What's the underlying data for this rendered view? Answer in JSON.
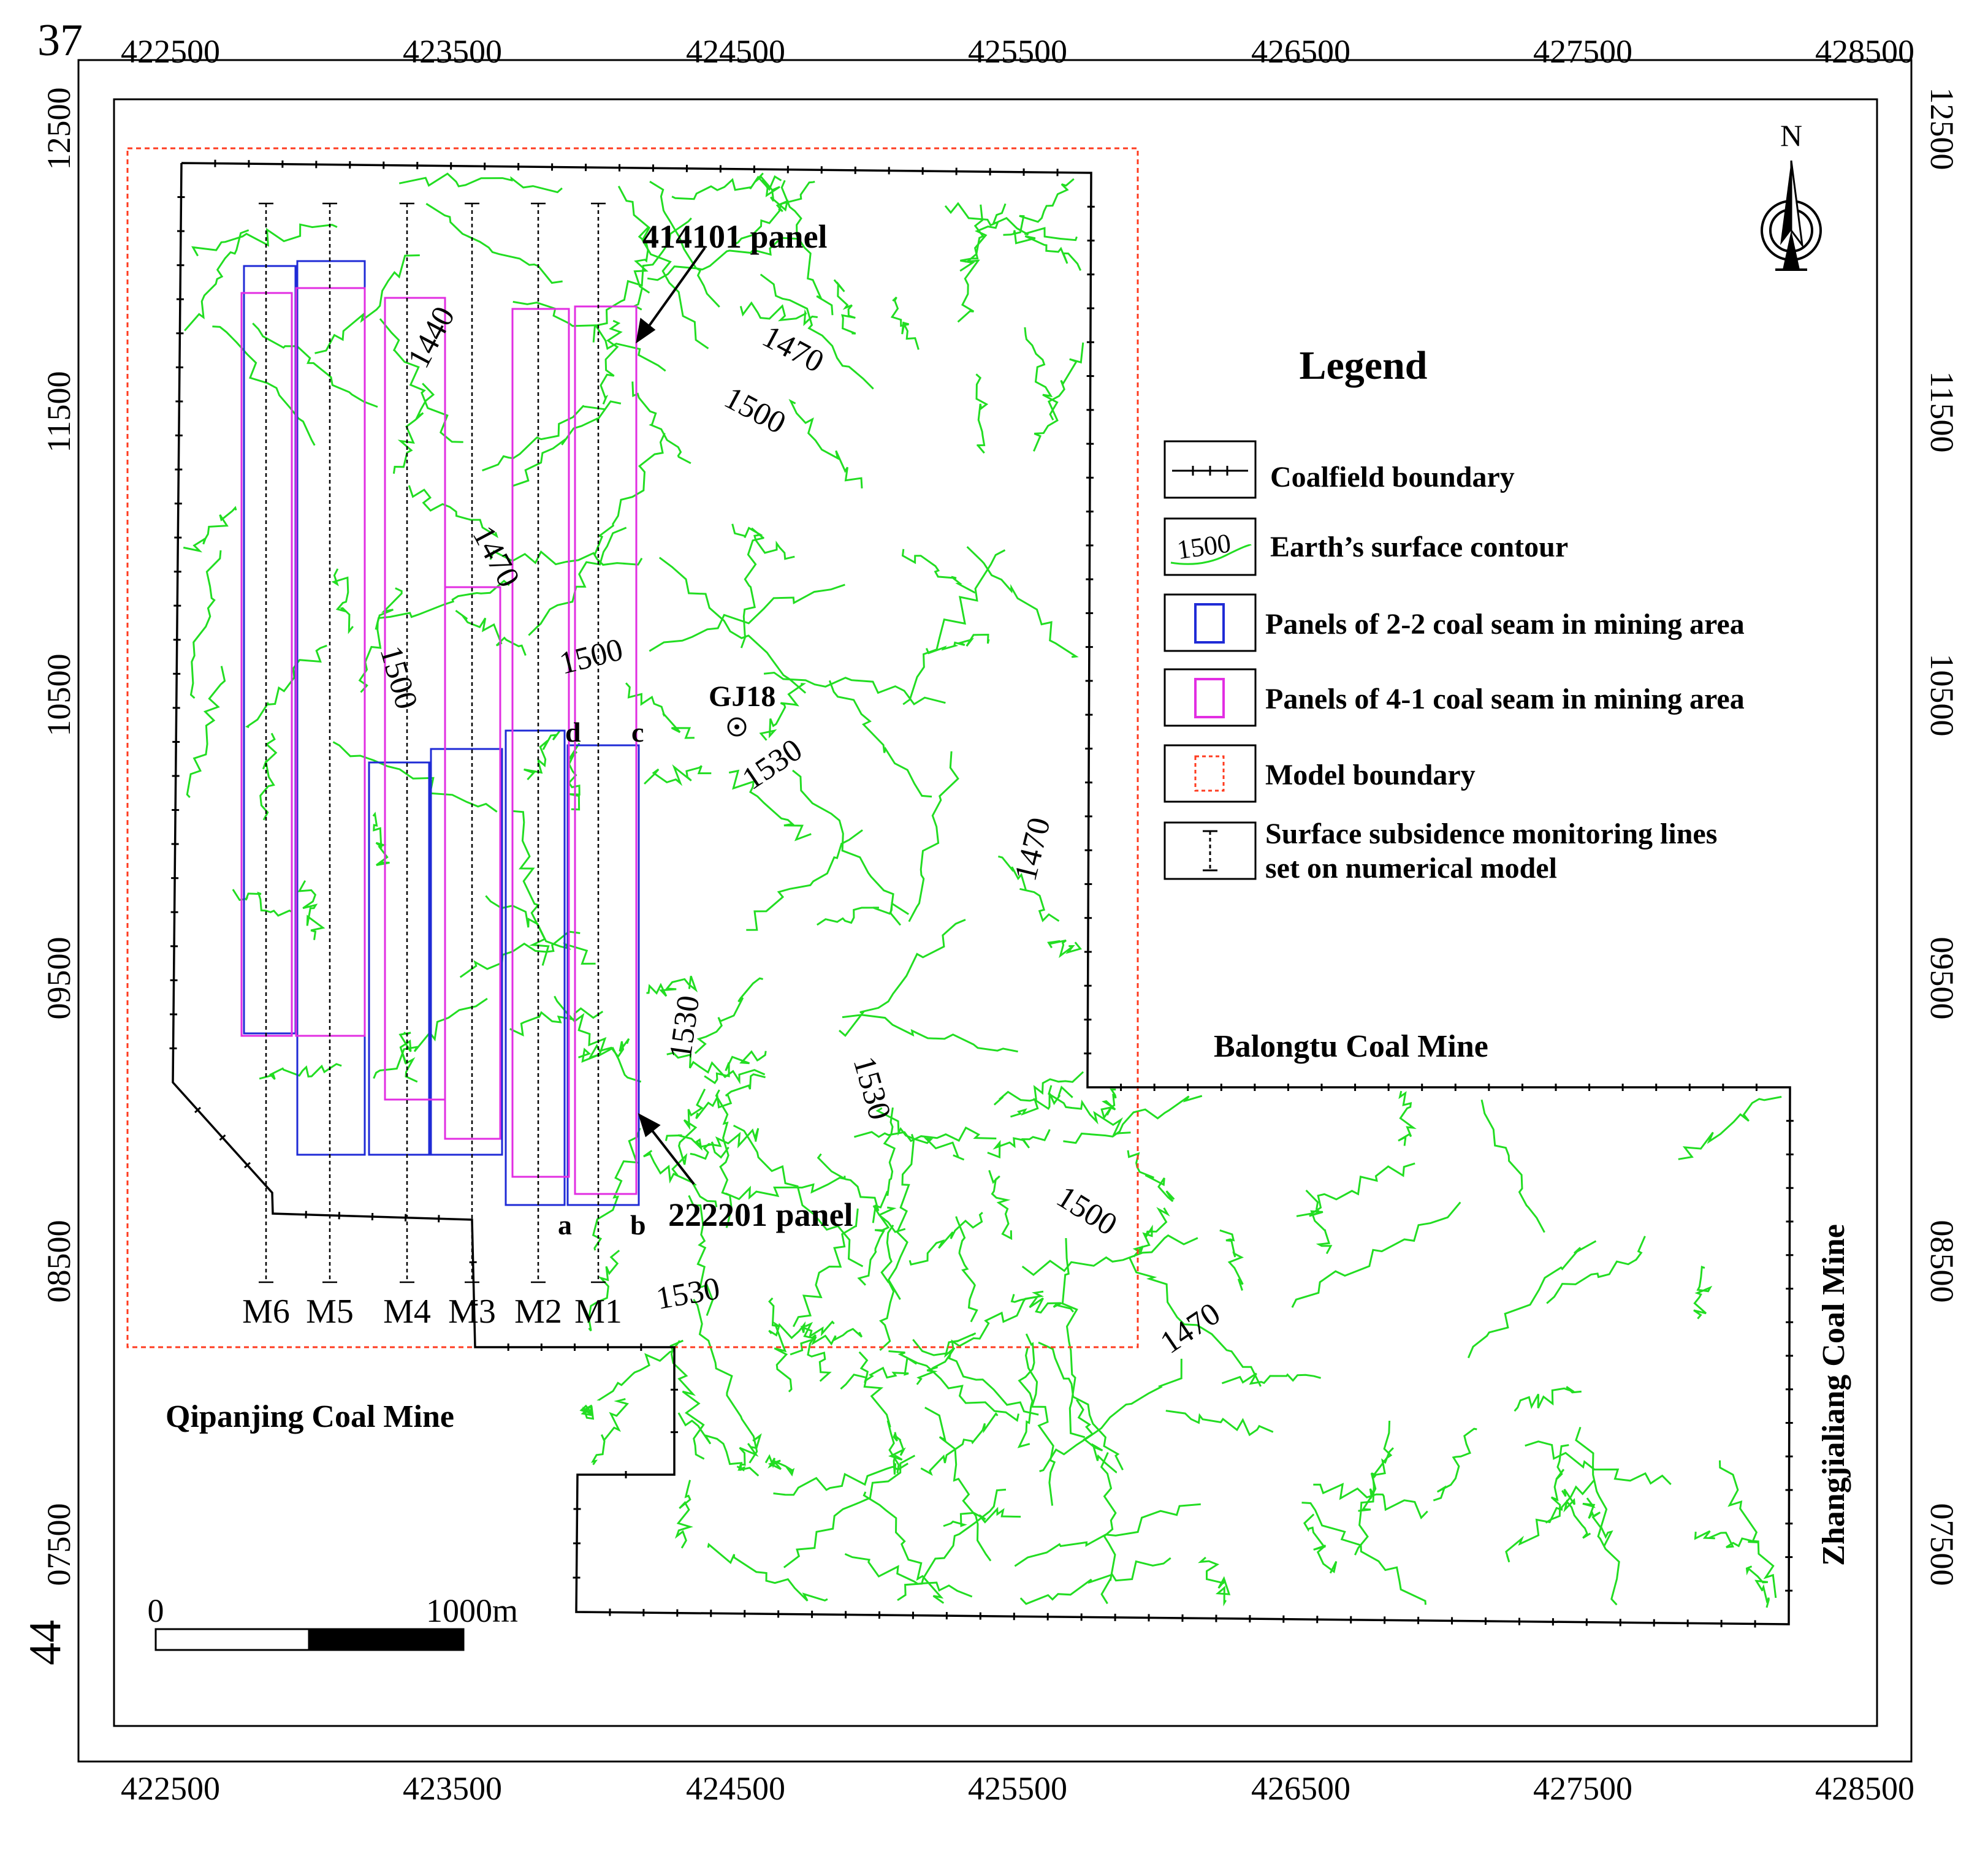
{
  "map": {
    "corner_top_label": "37",
    "corner_bottom_label": "44",
    "x_ticks": [
      "422500",
      "423500",
      "424500",
      "425500",
      "426500",
      "427500",
      "428500"
    ],
    "y_ticks": [
      "12500",
      "11500",
      "10500",
      "09500",
      "08500",
      "07500"
    ],
    "north_label": "N",
    "panel_labels": {
      "top": "414101 panel",
      "bottom": "222201 panel"
    },
    "borehole": "GJ18",
    "corner_letters": {
      "a": "a",
      "b": "b",
      "c": "c",
      "d": "d"
    },
    "monitoring_lines": [
      "M6",
      "M5",
      "M4",
      "M3",
      "M2",
      "M1"
    ],
    "contour_labels": [
      "1470",
      "1500",
      "1440",
      "1470",
      "1500",
      "1500",
      "1530",
      "1470",
      "1530",
      "1530",
      "1500",
      "1530",
      "1470"
    ],
    "neighbors": {
      "balongtu": "Balongtu Coal Mine",
      "qipanjing": "Qipanjing Coal Mine",
      "zhangjialiang": "Zhangjialiang Coal Mine"
    },
    "scale": {
      "start": "0",
      "end": "1000m"
    },
    "colors": {
      "contour": "#22dd22",
      "panel_22": "#1f2bd6",
      "panel_41": "#e22ee2",
      "model_boundary": "#ff3b1f",
      "boundary": "#000000"
    }
  },
  "legend": {
    "title": "Legend",
    "items": [
      {
        "symbol": "coalfield-boundary",
        "label": "Coalfield boundary"
      },
      {
        "symbol": "contour",
        "symbol_text": "1500",
        "label": "Earth’s surface contour"
      },
      {
        "symbol": "panel-22",
        "label": "Panels of 2-2 coal seam in mining area"
      },
      {
        "symbol": "panel-41",
        "label": "Panels of 4-1 coal seam in mining area"
      },
      {
        "symbol": "model-boundary",
        "label": "Model boundary"
      },
      {
        "symbol": "monitoring-line",
        "label": "Surface subsidence monitoring lines",
        "label2": "set on numerical model"
      }
    ]
  }
}
